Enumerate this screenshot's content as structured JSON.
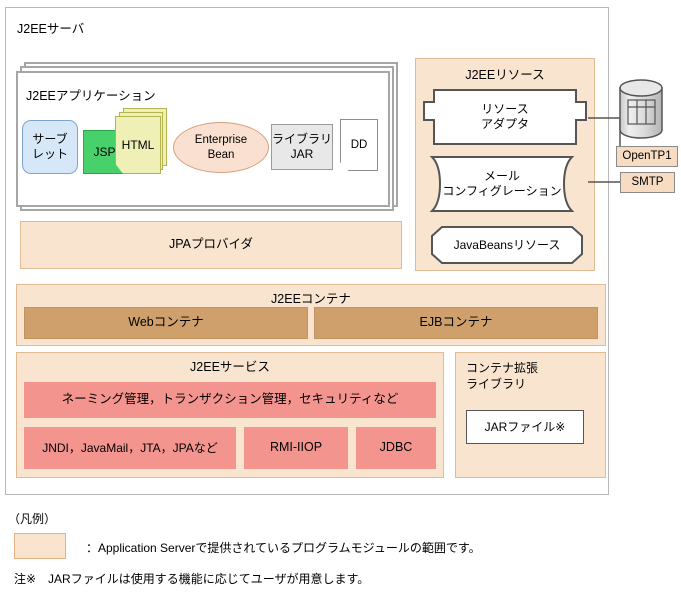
{
  "server": {
    "title": "J2EEサーバ"
  },
  "application": {
    "title": "J2EEアプリケーション",
    "components": {
      "servlet": "サーブ\nレット",
      "servlet_line1": "サーブ",
      "servlet_line2": "レット",
      "jsp": "JSP",
      "html": "HTML",
      "enterprise_bean_line1": "Enterprise",
      "enterprise_bean_line2": "Bean",
      "library_jar_line1": "ライブラリ",
      "library_jar_line2": "JAR",
      "dd": "DD"
    }
  },
  "jpa": {
    "label": "JPAプロバイダ"
  },
  "container": {
    "title": "J2EEコンテナ",
    "web": "Webコンテナ",
    "ejb": "EJBコンテナ"
  },
  "services": {
    "title": "J2EEサービス",
    "wide": "ネーミング管理，トランザクション管理，セキュリティなど",
    "jndi": "JNDI，JavaMail，JTA，JPAなど",
    "rmi": "RMI-IIOP",
    "jdbc": "JDBC"
  },
  "container_extension_library": {
    "title_line1": "コンテナ拡張",
    "title_line2": "ライブラリ",
    "jar_file": "JARファイル※"
  },
  "resources": {
    "title": "J2EEリソース",
    "adapter_line1": "リソース",
    "adapter_line2": "アダプタ",
    "mail_config_line1": "メール",
    "mail_config_line2": "コンフィグレーション",
    "javabeans": "JavaBeansリソース"
  },
  "external": {
    "database_icon": "database-cylinder-icon",
    "opentp1": "OpenTP1",
    "smtp": "SMTP"
  },
  "legend": {
    "heading": "（凡例）",
    "swatch_description": "：Application Serverで提供されているプログラムモジュールの範囲です。",
    "note": "注※　JARファイルは使用する機能に応じてユーザが用意します。"
  },
  "colors": {
    "panel_fill": "#f9e4d0",
    "panel_border": "#e0bb93",
    "container_inner": "#d0a06c",
    "service_box": "#f4948e",
    "servlet": "#d6e8f7",
    "jsp": "#48d06a",
    "html": "#eff0b6",
    "enterprise_bean": "#fae0d0",
    "library_jar": "#e8e8e8",
    "external_box": "#f7dcc2",
    "legend_swatch": "#fae4ce"
  }
}
